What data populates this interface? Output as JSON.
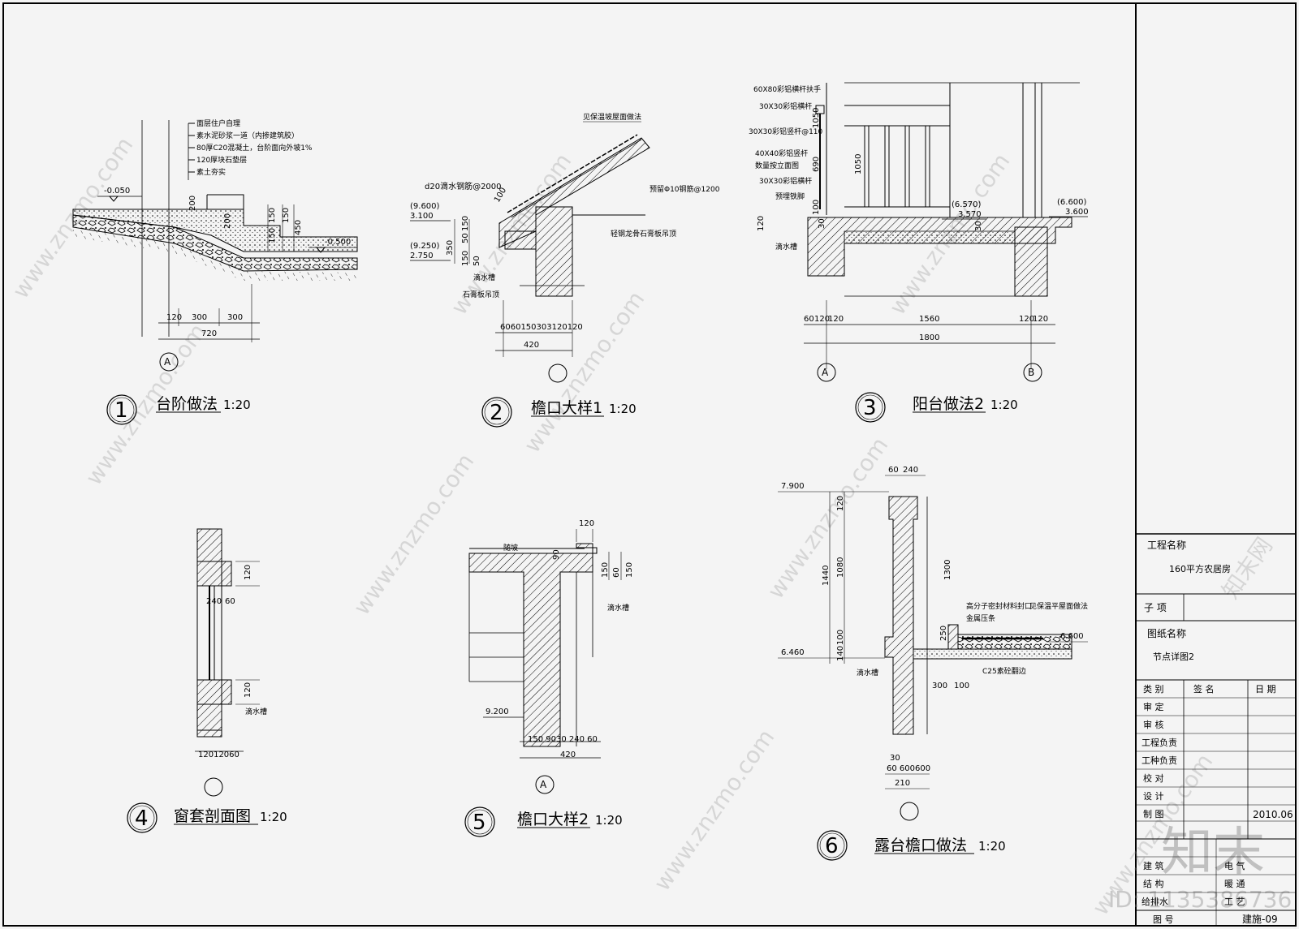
{
  "title_block": {
    "project_label": "工程名称",
    "project_name": "160平方农居房",
    "sub_item_label": "子  项",
    "drawing_label": "图纸名称",
    "drawing_name": "节点详图2",
    "headers": [
      "类  别",
      "签    名",
      "日  期"
    ],
    "rows": [
      "审  定",
      "审  核",
      "工程负责",
      "工种负责",
      "校  对",
      "设  计",
      "制  图"
    ],
    "date": "2010.06",
    "disciplines": [
      [
        "建  筑",
        "电  气"
      ],
      [
        "结  构",
        "暖  通"
      ],
      [
        "给排水",
        "工  艺"
      ]
    ],
    "drawing_no_label": "图      号",
    "drawing_no": "建施-09"
  },
  "details": [
    {
      "num": "1",
      "title": "台阶做法",
      "scale": "1:20"
    },
    {
      "num": "2",
      "title": "檐口大样1",
      "scale": "1:20"
    },
    {
      "num": "3",
      "title": "阳台做法2",
      "scale": "1:20"
    },
    {
      "num": "4",
      "title": "窗套剖面图",
      "scale": "1:20"
    },
    {
      "num": "5",
      "title": "檐口大样2",
      "scale": "1:20"
    },
    {
      "num": "6",
      "title": "露台檐口做法",
      "scale": "1:20"
    }
  ],
  "d1": {
    "notes": [
      "面层住户自理",
      "素水泥砂浆一道（内掺建筑胶）",
      "80厚C20混凝土，台阶面向外坡1%",
      "120厚块石垫层",
      "素土夯实"
    ],
    "lev_top": "-0.050",
    "lev_bot": "-0.500",
    "dims_h": [
      "120",
      "300",
      "300"
    ],
    "dim_total": "720",
    "dims_v": [
      "200",
      "200",
      "150",
      "150",
      "150",
      "450"
    ],
    "axis": "A"
  },
  "d2": {
    "notes": [
      "见保温坡屋面做法",
      "d20滴水钢筋@2000",
      "预留Φ10钢筋@1200",
      "轻钢龙骨石膏板吊顶",
      "滴水槽",
      "石膏板吊顶"
    ],
    "lev1": "(9.600)",
    "lev2": "3.100",
    "lev3": "(9.250)",
    "lev4": "2.750",
    "dims_v": [
      "100",
      "350",
      "50",
      "150",
      "150",
      "50"
    ],
    "dims_h": "6060150303120120",
    "dim_total": "420"
  },
  "d3": {
    "notes": [
      "60X80彩铝横杆扶手",
      "30X30彩铝横杆",
      "30X30彩铝竖杆@110",
      "40X40彩铝竖杆",
      "数量按立面图",
      "30X30彩铝横杆",
      "预埋铁脚",
      "滴水槽"
    ],
    "lev1": "(6.570)",
    "lev2": "3.570",
    "lev3": "(6.600)",
    "lev4": "3.600",
    "dims_v": [
      "1050",
      "690",
      "1050",
      "100",
      "30",
      "120",
      "30"
    ],
    "dims_h": [
      "60",
      "120",
      "120",
      "1560",
      "120",
      "120"
    ],
    "dim_total": "1800",
    "axis_a": "A",
    "axis_b": "B"
  },
  "d4": {
    "dims": [
      "120",
      "240",
      "60",
      "120"
    ],
    "note": "滴水槽",
    "bottom": "12012060"
  },
  "d5": {
    "notes": [
      "随坡",
      "滴水槽"
    ],
    "lev": "9.200",
    "dims_top": "120",
    "dims_v": [
      "90",
      "150",
      "60",
      "150"
    ],
    "dims_h": "150 9030 240 60",
    "dim_total": "420",
    "axis": "A"
  },
  "d6": {
    "notes": [
      "高分子密封材料封口",
      "金属压条",
      "见保温平屋面做法",
      "C25素砼翻边",
      "滴水槽"
    ],
    "lev1": "7.900",
    "lev2": "6.460",
    "lev3": "6.600",
    "dims_top": [
      "60",
      "240"
    ],
    "dims_v": [
      "120",
      "1080",
      "1440",
      "100",
      "140",
      "1300",
      "250"
    ],
    "dims_h": [
      "300",
      "100"
    ],
    "dims_bot": [
      "30",
      "60 600600",
      "210"
    ]
  },
  "watermark": {
    "site": "www.znzmo.com",
    "brand": "知末网",
    "logo": "知末",
    "id": "ID: 1135386736"
  }
}
